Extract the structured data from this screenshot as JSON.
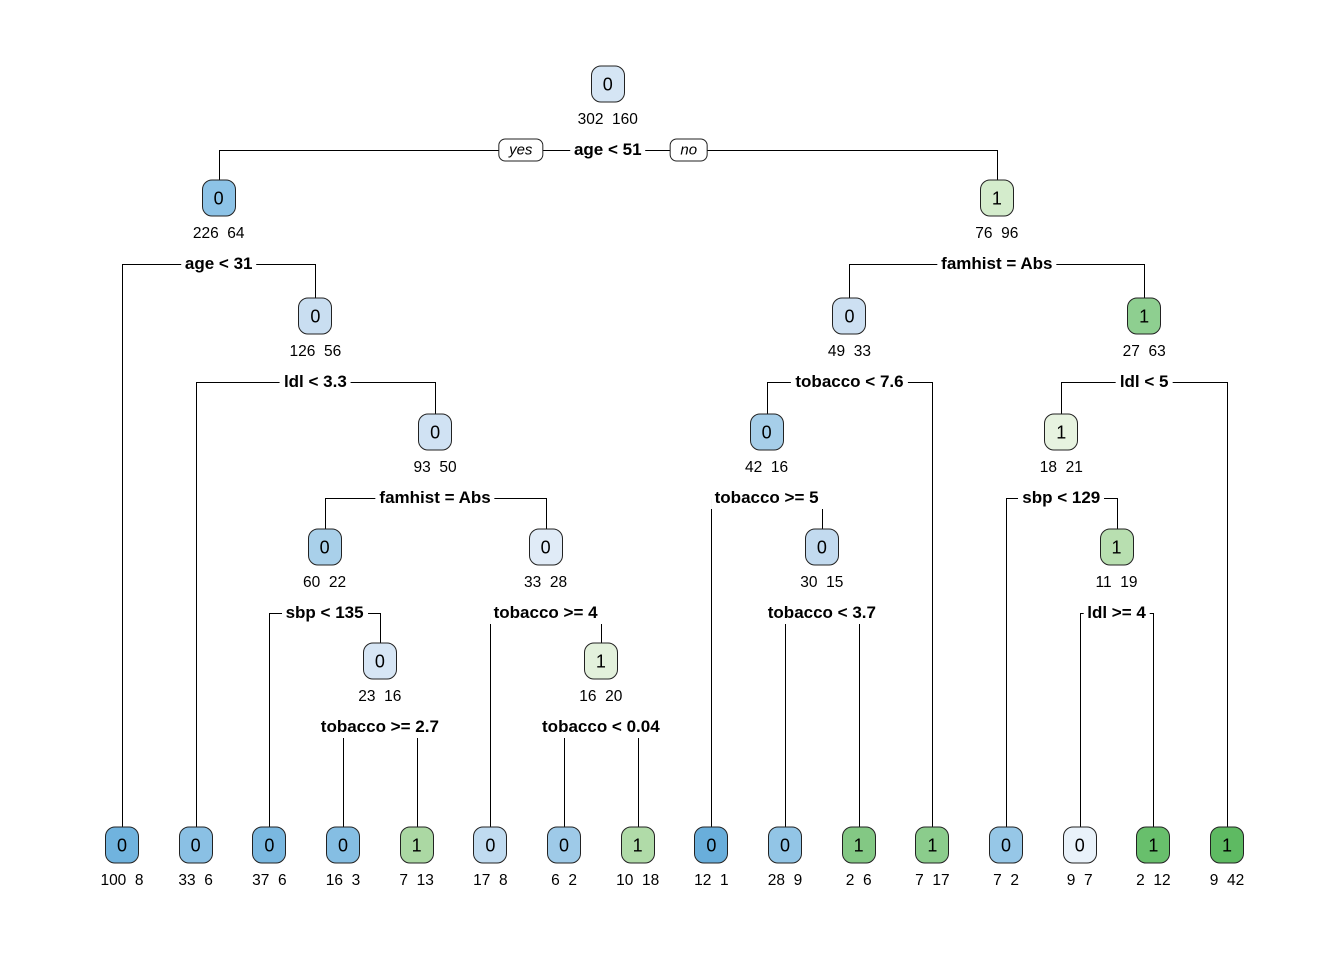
{
  "figure": {
    "yes_label": "yes",
    "no_label": "no",
    "background": "#ffffff",
    "line_color": "#000000",
    "class0_dark": "#69aedb",
    "class1_dark": "#5eba62"
  },
  "tree": {
    "class": "0",
    "counts": "302  160",
    "fill": "#d5e5f4",
    "split": "age < 51",
    "children": [
      {
        "class": "0",
        "counts": "226  64",
        "fill": "#8dc3e7",
        "split": "age < 31",
        "children": [
          {
            "class": "0",
            "counts": "100  8",
            "fill": "#70b3de"
          },
          {
            "class": "0",
            "counts": "126  56",
            "fill": "#c9def1",
            "split": "ldl < 3.3",
            "children": [
              {
                "class": "0",
                "counts": "33  6",
                "fill": "#8ac0e4"
              },
              {
                "class": "0",
                "counts": "93  50",
                "fill": "#d0e2f3",
                "split": "famhist = Abs",
                "children": [
                  {
                    "class": "0",
                    "counts": "60  22",
                    "fill": "#a9d0ea",
                    "split": "sbp < 135",
                    "children": [
                      {
                        "class": "0",
                        "counts": "37  6",
                        "fill": "#7ab8e0"
                      },
                      {
                        "class": "0",
                        "counts": "23  16",
                        "fill": "#d7e6f5",
                        "split": "tobacco >= 2.7",
                        "children": [
                          {
                            "class": "0",
                            "counts": "16  3",
                            "fill": "#85bee3"
                          },
                          {
                            "class": "1",
                            "counts": "7  13",
                            "fill": "#abd8a3"
                          }
                        ]
                      }
                    ]
                  },
                  {
                    "class": "0",
                    "counts": "33  28",
                    "fill": "#e0ebf7",
                    "split": "tobacco >= 4",
                    "children": [
                      {
                        "class": "0",
                        "counts": "17  8",
                        "fill": "#c0dbf0"
                      },
                      {
                        "class": "1",
                        "counts": "16  20",
                        "fill": "#e3f1dc",
                        "split": "tobacco < 0.04",
                        "children": [
                          {
                            "class": "0",
                            "counts": "6  2",
                            "fill": "#9ecae8"
                          },
                          {
                            "class": "1",
                            "counts": "10  18",
                            "fill": "#b0dba8"
                          }
                        ]
                      }
                    ]
                  }
                ]
              }
            ]
          }
        ]
      },
      {
        "class": "1",
        "counts": "76  96",
        "fill": "#d4eccc",
        "split": "famhist = Abs",
        "children": [
          {
            "class": "0",
            "counts": "49  33",
            "fill": "#cde0f2",
            "split": "tobacco < 7.6",
            "children": [
              {
                "class": "0",
                "counts": "42  16",
                "fill": "#a6cee9",
                "split": "tobacco >= 5",
                "children": [
                  {
                    "class": "0",
                    "counts": "12  1",
                    "fill": "#69aedb"
                  },
                  {
                    "class": "0",
                    "counts": "30  15",
                    "fill": "#c2daef",
                    "split": "tobacco < 3.7",
                    "children": [
                      {
                        "class": "0",
                        "counts": "28  9",
                        "fill": "#92c5e6"
                      },
                      {
                        "class": "1",
                        "counts": "2  6",
                        "fill": "#83c884"
                      }
                    ]
                  }
                ]
              },
              {
                "class": "1",
                "counts": "7  17",
                "fill": "#8bcc8c"
              }
            ]
          },
          {
            "class": "1",
            "counts": "27  63",
            "fill": "#8ecf90",
            "split": "ldl < 5",
            "children": [
              {
                "class": "1",
                "counts": "18  21",
                "fill": "#e7f3e0",
                "split": "sbp < 129",
                "children": [
                  {
                    "class": "0",
                    "counts": "7  2",
                    "fill": "#96c7e7"
                  },
                  {
                    "class": "1",
                    "counts": "11  19",
                    "fill": "#b8dfb0",
                    "split": "ldl >= 4",
                    "children": [
                      {
                        "class": "0",
                        "counts": "9  7",
                        "fill": "#e9f2fa"
                      },
                      {
                        "class": "1",
                        "counts": "2  12",
                        "fill": "#68bf6c"
                      }
                    ]
                  }
                ]
              },
              {
                "class": "1",
                "counts": "9  42",
                "fill": "#5eba62"
              }
            ]
          }
        ]
      }
    ]
  }
}
